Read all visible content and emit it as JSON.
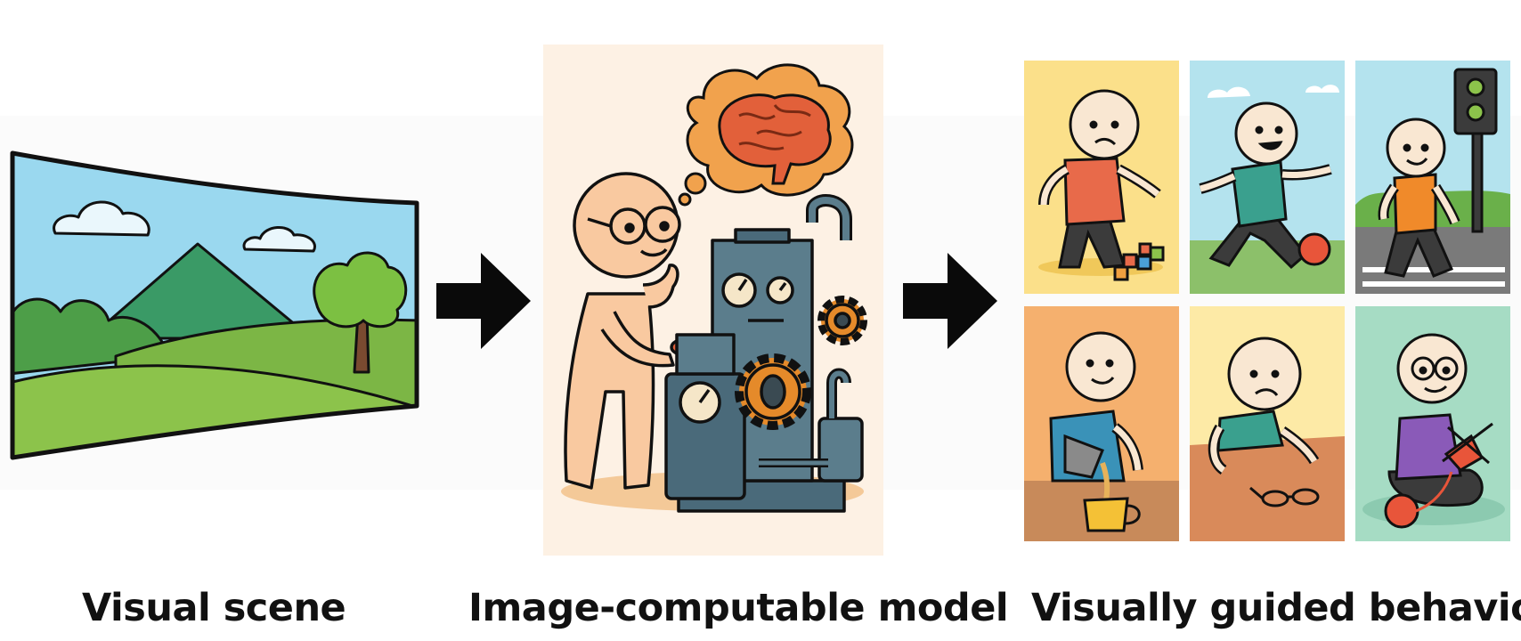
{
  "labels": {
    "scene": "Visual scene",
    "model": "Image-computable model",
    "behavior": "Visually guided behavior"
  },
  "icons": [
    "landscape-icon",
    "arrow-right-icon",
    "brain-icon",
    "machine-icon",
    "gear-icon"
  ],
  "colors": {
    "sky": "#9ad8ef",
    "grass": "#8cc34b",
    "model_bg": "#fdf1e4",
    "arrow": "#0a0a0a"
  }
}
